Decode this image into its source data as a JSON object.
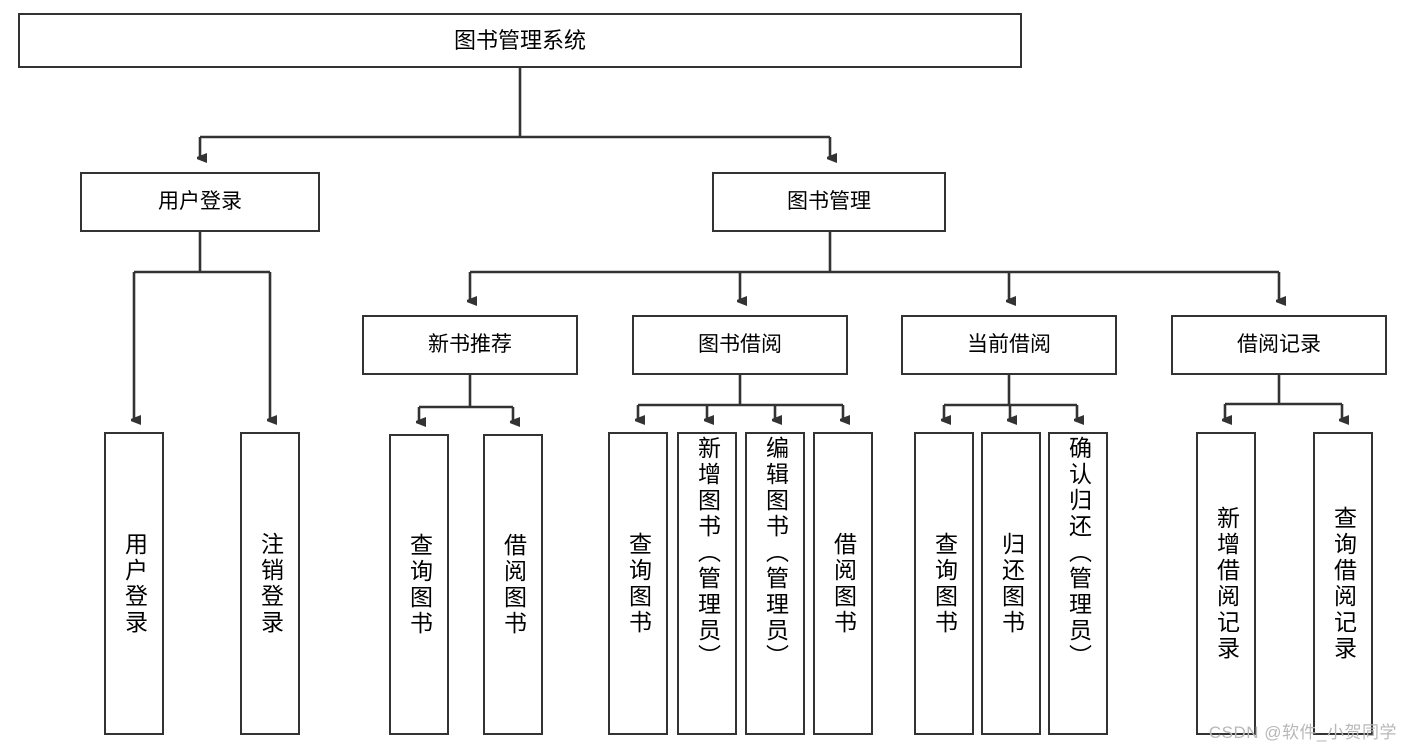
{
  "diagram": {
    "title": "图书管理系统",
    "type": "tree",
    "root": {
      "label": "图书管理系统"
    },
    "level2": [
      {
        "id": "user-login",
        "label": "用户登录"
      },
      {
        "id": "book-manage",
        "label": "图书管理"
      }
    ],
    "level3": [
      {
        "id": "new-book-recommend",
        "label": "新书推荐",
        "parent": "book-manage"
      },
      {
        "id": "book-borrow",
        "label": "图书借阅",
        "parent": "book-manage"
      },
      {
        "id": "current-borrow",
        "label": "当前借阅",
        "parent": "book-manage"
      },
      {
        "id": "borrow-record",
        "label": "借阅记录",
        "parent": "book-manage"
      }
    ],
    "leaves": [
      {
        "id": "leaf-user-login",
        "label": "用户登录",
        "parent": "user-login",
        "align": "middle"
      },
      {
        "id": "leaf-user-logout",
        "label": "注销登录",
        "parent": "user-login",
        "align": "middle"
      },
      {
        "id": "leaf-query-book-1",
        "label": "查询图书",
        "parent": "new-book-recommend",
        "align": "middle"
      },
      {
        "id": "leaf-borrow-book-1",
        "label": "借阅图书",
        "parent": "new-book-recommend",
        "align": "middle"
      },
      {
        "id": "leaf-query-book-2",
        "label": "查询图书",
        "parent": "book-borrow",
        "align": "middle"
      },
      {
        "id": "leaf-add-book-admin",
        "label": "新增图书（管理员）",
        "parent": "book-borrow",
        "align": "top"
      },
      {
        "id": "leaf-edit-book-admin",
        "label": "编辑图书（管理员）",
        "parent": "book-borrow",
        "align": "top"
      },
      {
        "id": "leaf-borrow-book-2",
        "label": "借阅图书",
        "parent": "book-borrow",
        "align": "middle"
      },
      {
        "id": "leaf-query-book-3",
        "label": "查询图书",
        "parent": "current-borrow",
        "align": "middle"
      },
      {
        "id": "leaf-return-book",
        "label": "归还图书",
        "parent": "current-borrow",
        "align": "middle"
      },
      {
        "id": "leaf-confirm-return-admin",
        "label": "确认归还（管理员）",
        "parent": "current-borrow",
        "align": "top"
      },
      {
        "id": "leaf-add-borrow-record",
        "label": "新增借阅记录",
        "parent": "borrow-record",
        "align": "middle"
      },
      {
        "id": "leaf-query-borrow-record",
        "label": "查询借阅记录",
        "parent": "borrow-record",
        "align": "middle"
      }
    ]
  },
  "watermark": {
    "text": "CSDN @软件_小贺同学"
  },
  "colors": {
    "stroke": "#333333",
    "fill": "#ffffff",
    "text": "#000000",
    "watermark": "#b8b8b8"
  }
}
